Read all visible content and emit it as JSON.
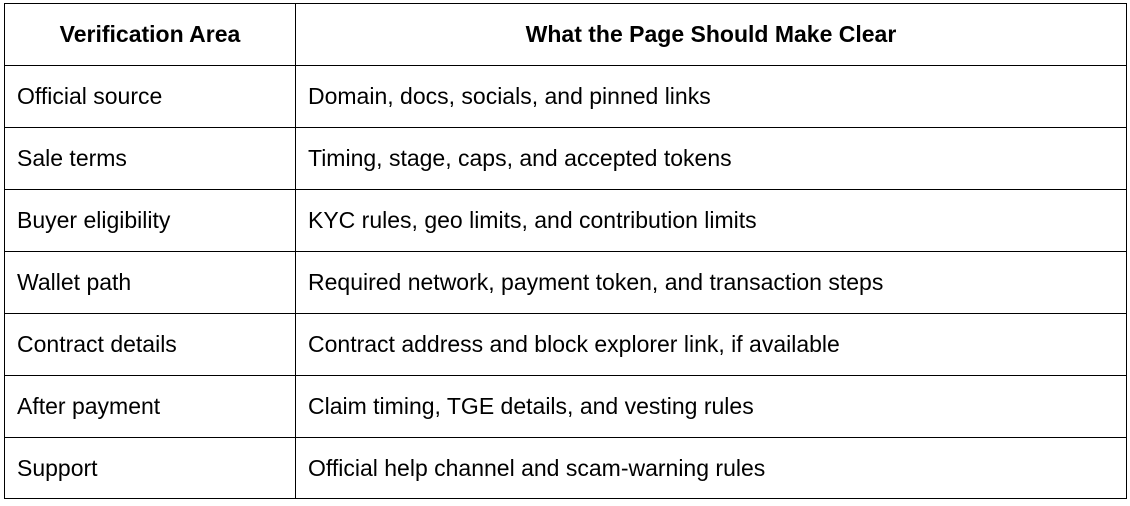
{
  "table": {
    "headers": [
      "Verification Area",
      "What the Page Should Make Clear"
    ],
    "rows": [
      [
        "Official source",
        "Domain, docs, socials, and pinned links"
      ],
      [
        "Sale terms",
        "Timing, stage, caps, and accepted tokens"
      ],
      [
        "Buyer eligibility",
        "KYC rules, geo limits, and contribution limits"
      ],
      [
        "Wallet path",
        "Required network, payment token, and transaction steps"
      ],
      [
        "Contract details",
        "Contract address and block explorer link, if available"
      ],
      [
        "After payment",
        "Claim timing, TGE details, and vesting rules"
      ],
      [
        "Support",
        "Official help channel and scam-warning rules"
      ]
    ]
  }
}
